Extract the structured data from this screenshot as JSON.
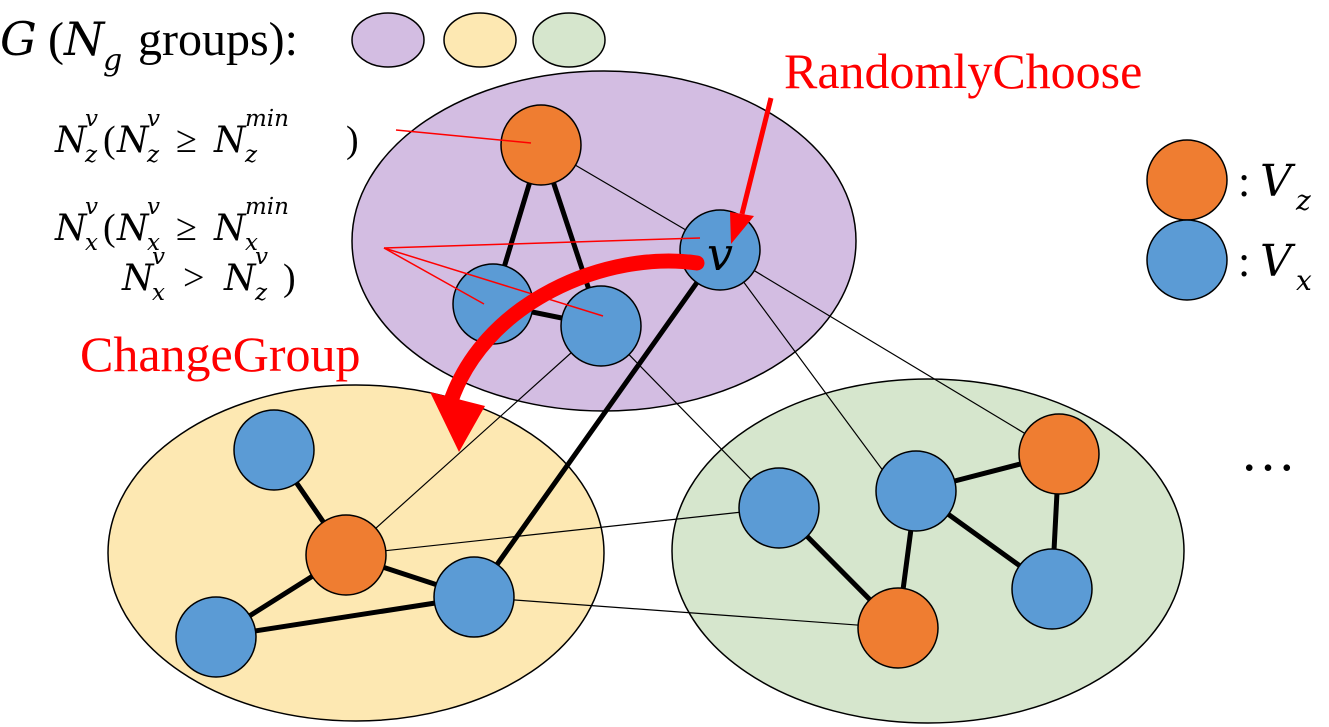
{
  "title": {
    "G": "G",
    "paren_open": "(",
    "N": "N",
    "sub_g": "g",
    "groups_text": "groups):"
  },
  "labels": {
    "randomly_choose": "RandomlyChoose",
    "change_group": "ChangeGroup",
    "node_v": "v",
    "ellipsis": "…"
  },
  "annotation_z": {
    "N": "N",
    "sup_v": "v",
    "sub_z": "z",
    "paren": "(",
    "N2": "N",
    "sup_v2": "v",
    "sub_z2": "z",
    "geq": "≥",
    "N3": "N",
    "sup_min": "min",
    "sub_z3": "z",
    "close": ")"
  },
  "annotation_x": {
    "line1": {
      "N": "N",
      "sup_v": "v",
      "sub_x": "x",
      "paren": "(",
      "N2": "N",
      "sup_v2": "v",
      "sub_x2": "x",
      "geq": "≥",
      "N3": "N",
      "sup_min": "min",
      "sub_x3": "x"
    },
    "line2": {
      "N": "N",
      "sup_v": "v",
      "sub_x": "x",
      "gt": ">",
      "N2": "N",
      "sup_v2": "v",
      "sub_z": "z",
      "close": ")"
    }
  },
  "legend": {
    "z": {
      "colon": ":",
      "V": "V",
      "sub": "z"
    },
    "x": {
      "colon": ":",
      "V": "V",
      "sub": "x"
    }
  },
  "colors": {
    "group_purple": "#d3bde2",
    "group_yellow": "#fde8b2",
    "group_green": "#d6e6cd",
    "node_orange": "#ef7d31",
    "node_blue": "#5b9bd5",
    "accent_red": "#ff0000"
  }
}
